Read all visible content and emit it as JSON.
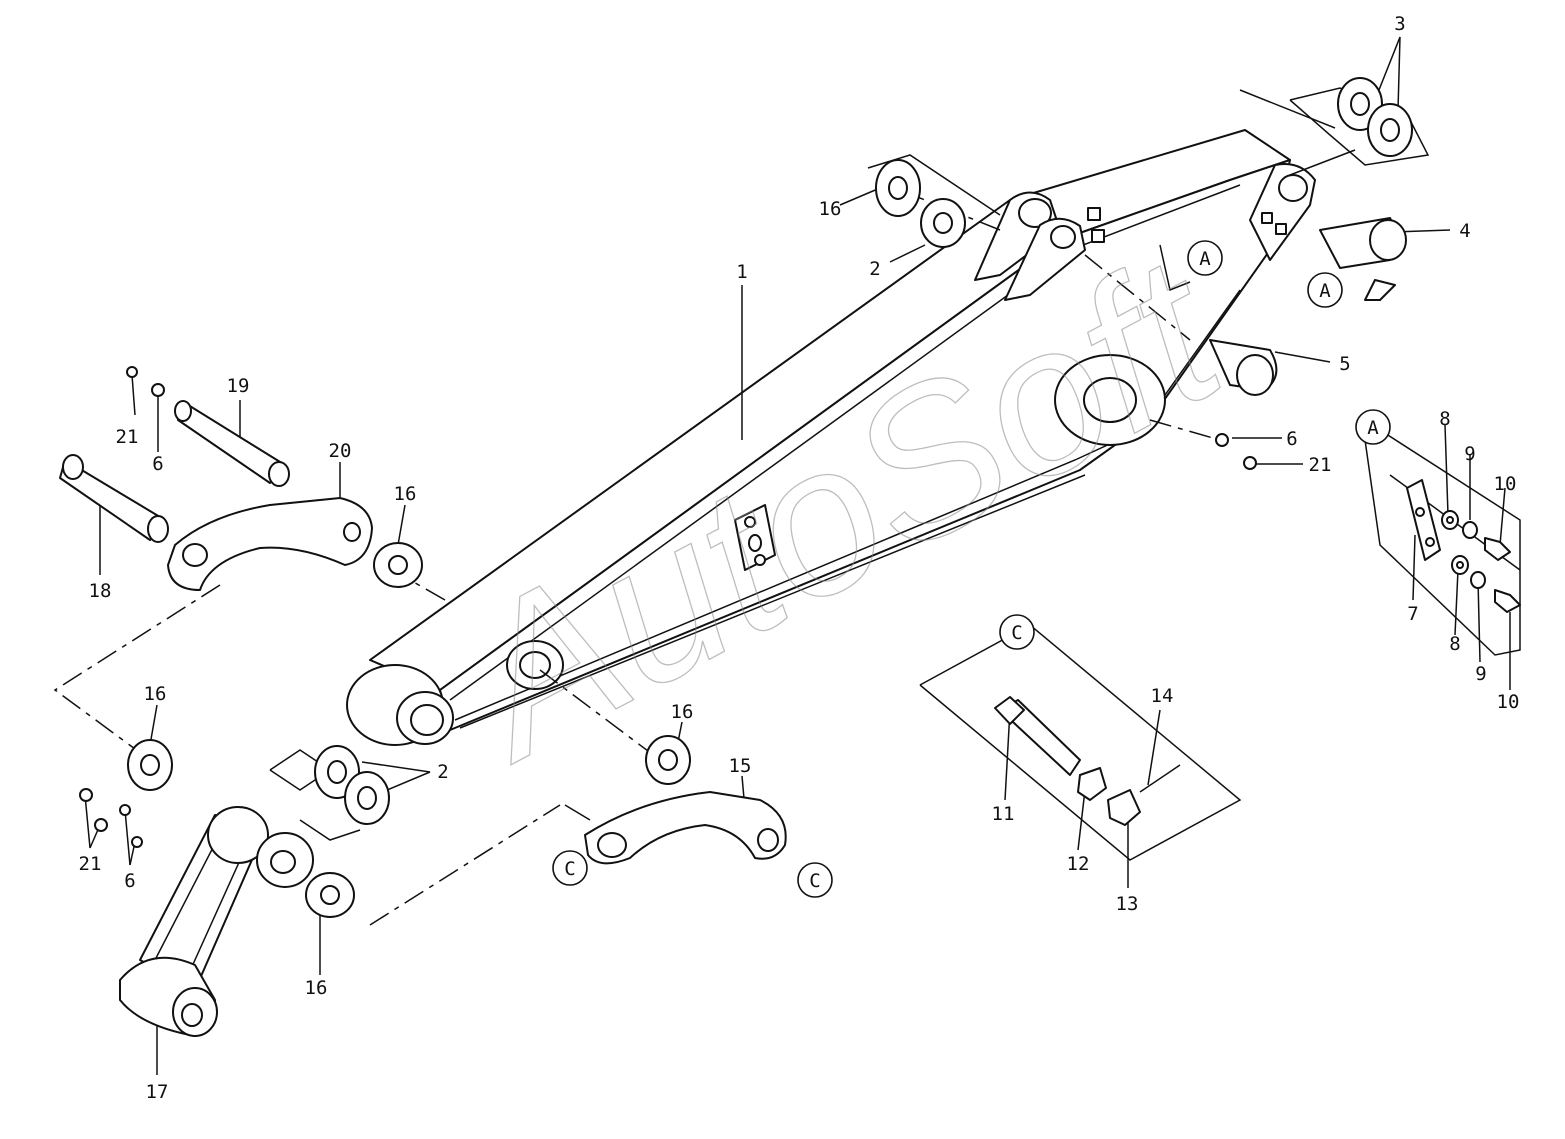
{
  "watermark": "AutoSoft",
  "callouts": {
    "p1": "1",
    "p2a": "2",
    "p2b": "2",
    "p3": "3",
    "p4": "4",
    "p5": "5",
    "p6a": "6",
    "p6b": "6",
    "p6c": "6",
    "p7": "7",
    "p8a": "8",
    "p8b": "8",
    "p9a": "9",
    "p9b": "9",
    "p10a": "10",
    "p10b": "10",
    "p11": "11",
    "p12": "12",
    "p13": "13",
    "p14": "14",
    "p15": "15",
    "p16a": "16",
    "p16b": "16",
    "p16c": "16",
    "p16d": "16",
    "p16e": "16",
    "p17": "17",
    "p18": "18",
    "p19": "19",
    "p20": "20",
    "p21a": "21",
    "p21b": "21",
    "p21c": "21"
  },
  "detail_refs": {
    "a1": "A",
    "a2": "A",
    "a3": "A",
    "c1": "C",
    "c2": "C",
    "c3": "C"
  }
}
